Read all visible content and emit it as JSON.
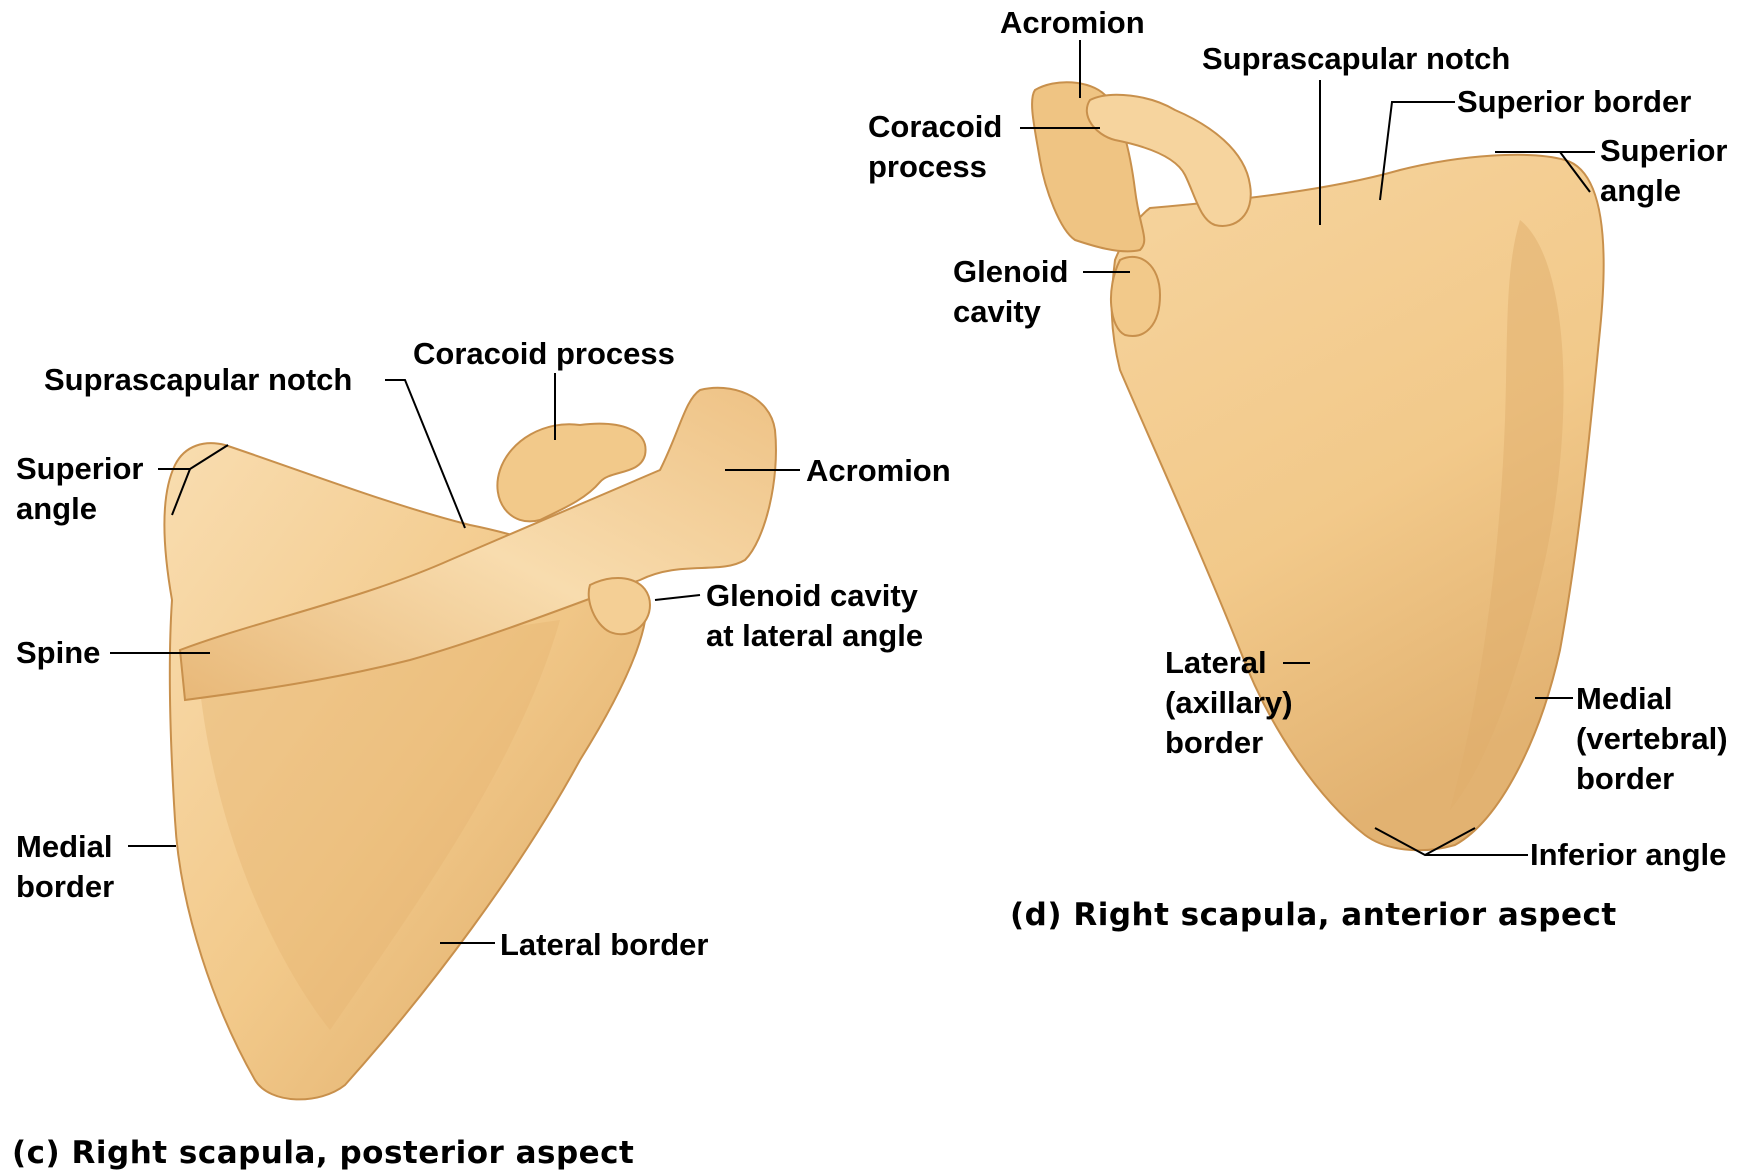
{
  "colors": {
    "bone": "#f2c98a",
    "bone_light": "#f9ddb0",
    "bone_shade": "#dca865",
    "bone_edge": "#c8904c",
    "background": "#ffffff",
    "text": "#000000"
  },
  "posterior": {
    "caption": "(c) Right scapula, posterior aspect",
    "labels": {
      "suprascapular_notch": "Suprascapular notch",
      "coracoid_process": "Coracoid process",
      "superior_angle_l1": "Superior",
      "superior_angle_l2": "angle",
      "acromion": "Acromion",
      "glenoid_l1": "Glenoid cavity",
      "glenoid_l2": "at lateral angle",
      "spine": "Spine",
      "medial_border_l1": "Medial",
      "medial_border_l2": "border",
      "lateral_border": "Lateral border"
    }
  },
  "anterior": {
    "caption": "(d) Right scapula, anterior aspect",
    "labels": {
      "acromion": "Acromion",
      "suprascapular_notch": "Suprascapular notch",
      "coracoid_l1": "Coracoid",
      "coracoid_l2": "process",
      "superior_border": "Superior border",
      "superior_angle_l1": "Superior",
      "superior_angle_l2": "angle",
      "glenoid_l1": "Glenoid",
      "glenoid_l2": "cavity",
      "lateral_border_l1": "Lateral",
      "lateral_border_l2": "(axillary)",
      "lateral_border_l3": "border",
      "medial_border_l1": "Medial",
      "medial_border_l2": "(vertebral)",
      "medial_border_l3": "border",
      "inferior_angle": "Inferior angle"
    }
  }
}
